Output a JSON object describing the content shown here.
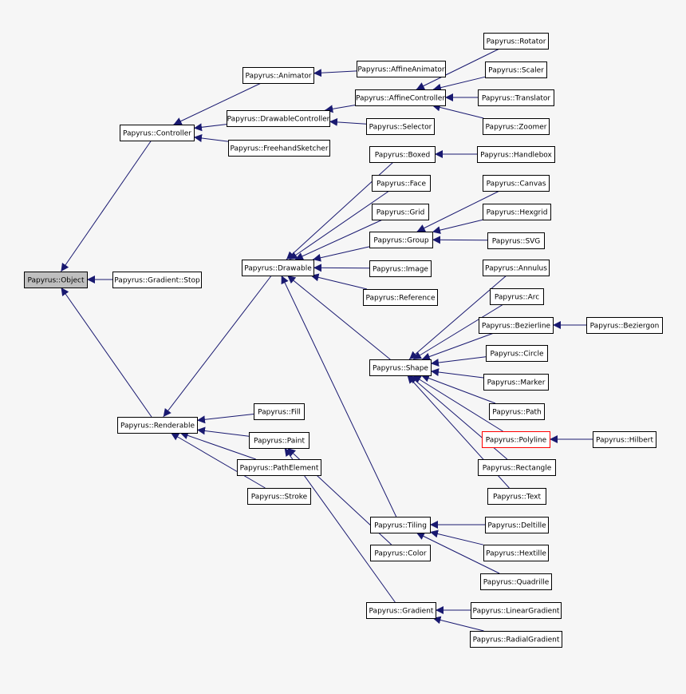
{
  "diagram": {
    "nodes": [
      {
        "id": "object",
        "label": "Papyrus::Object",
        "style": "root"
      },
      {
        "id": "gradient-stop",
        "label": "Papyrus::Gradient::Stop"
      },
      {
        "id": "controller",
        "label": "Papyrus::Controller"
      },
      {
        "id": "renderable",
        "label": "Papyrus::Renderable"
      },
      {
        "id": "animator",
        "label": "Papyrus::Animator"
      },
      {
        "id": "drawable-controller",
        "label": "Papyrus::DrawableController"
      },
      {
        "id": "freehand-sketcher",
        "label": "Papyrus::FreehandSketcher"
      },
      {
        "id": "affine-animator",
        "label": "Papyrus::AffineAnimator"
      },
      {
        "id": "affine-controller",
        "label": "Papyrus::AffineController"
      },
      {
        "id": "selector",
        "label": "Papyrus::Selector"
      },
      {
        "id": "rotator",
        "label": "Papyrus::Rotator"
      },
      {
        "id": "scaler",
        "label": "Papyrus::Scaler"
      },
      {
        "id": "translator",
        "label": "Papyrus::Translator"
      },
      {
        "id": "zoomer",
        "label": "Papyrus::Zoomer"
      },
      {
        "id": "drawable",
        "label": "Papyrus::Drawable"
      },
      {
        "id": "boxed",
        "label": "Papyrus::Boxed"
      },
      {
        "id": "handlebox",
        "label": "Papyrus::Handlebox"
      },
      {
        "id": "face",
        "label": "Papyrus::Face"
      },
      {
        "id": "grid",
        "label": "Papyrus::Grid"
      },
      {
        "id": "group",
        "label": "Papyrus::Group"
      },
      {
        "id": "canvas",
        "label": "Papyrus::Canvas"
      },
      {
        "id": "hexgrid",
        "label": "Papyrus::Hexgrid"
      },
      {
        "id": "svg",
        "label": "Papyrus::SVG"
      },
      {
        "id": "image",
        "label": "Papyrus::Image"
      },
      {
        "id": "reference",
        "label": "Papyrus::Reference"
      },
      {
        "id": "shape",
        "label": "Papyrus::Shape"
      },
      {
        "id": "annulus",
        "label": "Papyrus::Annulus"
      },
      {
        "id": "arc",
        "label": "Papyrus::Arc"
      },
      {
        "id": "bezierline",
        "label": "Papyrus::Bezierline"
      },
      {
        "id": "beziergon",
        "label": "Papyrus::Beziergon"
      },
      {
        "id": "circle",
        "label": "Papyrus::Circle"
      },
      {
        "id": "marker",
        "label": "Papyrus::Marker"
      },
      {
        "id": "path",
        "label": "Papyrus::Path"
      },
      {
        "id": "polyline",
        "label": "Papyrus::Polyline",
        "style": "highlight"
      },
      {
        "id": "hilbert",
        "label": "Papyrus::Hilbert"
      },
      {
        "id": "rectangle",
        "label": "Papyrus::Rectangle"
      },
      {
        "id": "text",
        "label": "Papyrus::Text"
      },
      {
        "id": "fill",
        "label": "Papyrus::Fill"
      },
      {
        "id": "paint",
        "label": "Papyrus::Paint"
      },
      {
        "id": "path-element",
        "label": "Papyrus::PathElement"
      },
      {
        "id": "stroke",
        "label": "Papyrus::Stroke"
      },
      {
        "id": "tiling",
        "label": "Papyrus::Tiling"
      },
      {
        "id": "deltille",
        "label": "Papyrus::Deltille"
      },
      {
        "id": "hextille",
        "label": "Papyrus::Hextille"
      },
      {
        "id": "quadrille",
        "label": "Papyrus::Quadrille"
      },
      {
        "id": "color",
        "label": "Papyrus::Color"
      },
      {
        "id": "gradient",
        "label": "Papyrus::Gradient"
      },
      {
        "id": "linear-gradient",
        "label": "Papyrus::LinearGradient"
      },
      {
        "id": "radial-gradient",
        "label": "Papyrus::RadialGradient"
      }
    ],
    "edges": [
      {
        "from": "gradient-stop",
        "to": "object"
      },
      {
        "from": "controller",
        "to": "object"
      },
      {
        "from": "renderable",
        "to": "object"
      },
      {
        "from": "animator",
        "to": "controller"
      },
      {
        "from": "drawable-controller",
        "to": "controller"
      },
      {
        "from": "freehand-sketcher",
        "to": "controller"
      },
      {
        "from": "affine-animator",
        "to": "animator"
      },
      {
        "from": "affine-controller",
        "to": "drawable-controller"
      },
      {
        "from": "selector",
        "to": "drawable-controller"
      },
      {
        "from": "rotator",
        "to": "affine-controller"
      },
      {
        "from": "scaler",
        "to": "affine-controller"
      },
      {
        "from": "translator",
        "to": "affine-controller"
      },
      {
        "from": "zoomer",
        "to": "affine-controller"
      },
      {
        "from": "drawable",
        "to": "renderable"
      },
      {
        "from": "fill",
        "to": "renderable"
      },
      {
        "from": "paint",
        "to": "renderable"
      },
      {
        "from": "path-element",
        "to": "renderable"
      },
      {
        "from": "stroke",
        "to": "renderable"
      },
      {
        "from": "boxed",
        "to": "drawable"
      },
      {
        "from": "face",
        "to": "drawable"
      },
      {
        "from": "grid",
        "to": "drawable"
      },
      {
        "from": "group",
        "to": "drawable"
      },
      {
        "from": "image",
        "to": "drawable"
      },
      {
        "from": "reference",
        "to": "drawable"
      },
      {
        "from": "shape",
        "to": "drawable"
      },
      {
        "from": "tiling",
        "to": "drawable"
      },
      {
        "from": "handlebox",
        "to": "boxed"
      },
      {
        "from": "canvas",
        "to": "group"
      },
      {
        "from": "hexgrid",
        "to": "group"
      },
      {
        "from": "svg",
        "to": "group"
      },
      {
        "from": "annulus",
        "to": "shape"
      },
      {
        "from": "arc",
        "to": "shape"
      },
      {
        "from": "bezierline",
        "to": "shape"
      },
      {
        "from": "circle",
        "to": "shape"
      },
      {
        "from": "marker",
        "to": "shape"
      },
      {
        "from": "path",
        "to": "shape"
      },
      {
        "from": "polyline",
        "to": "shape"
      },
      {
        "from": "rectangle",
        "to": "shape"
      },
      {
        "from": "text",
        "to": "shape"
      },
      {
        "from": "beziergon",
        "to": "bezierline"
      },
      {
        "from": "hilbert",
        "to": "polyline"
      },
      {
        "from": "deltille",
        "to": "tiling"
      },
      {
        "from": "hextille",
        "to": "tiling"
      },
      {
        "from": "quadrille",
        "to": "tiling"
      },
      {
        "from": "color",
        "to": "paint"
      },
      {
        "from": "gradient",
        "to": "paint"
      },
      {
        "from": "linear-gradient",
        "to": "gradient"
      },
      {
        "from": "radial-gradient",
        "to": "gradient"
      }
    ]
  }
}
